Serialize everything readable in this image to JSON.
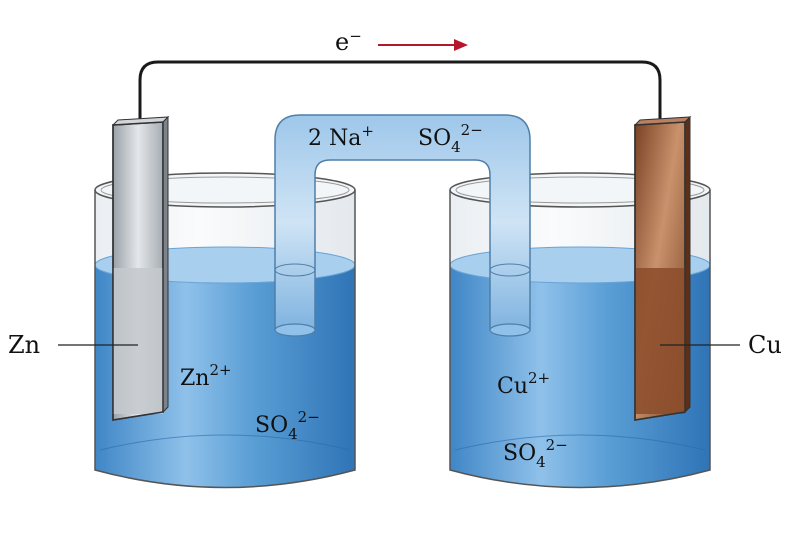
{
  "electron_flow": {
    "label": "e",
    "superscript": "−",
    "color": "#b5162b"
  },
  "electrodes": {
    "anode": {
      "label": "Zn",
      "color": "#c4c9ce"
    },
    "cathode": {
      "label": "Cu",
      "color": "#8d4f2c"
    }
  },
  "salt_bridge": {
    "cation": {
      "count": "2 Na",
      "superscript": "+"
    },
    "anion": {
      "base": "SO",
      "subscript": "4",
      "superscript": "2−"
    }
  },
  "left_solution": {
    "cation": {
      "base": "Zn",
      "superscript": "2+"
    },
    "anion": {
      "base": "SO",
      "subscript": "4",
      "superscript": "2−"
    }
  },
  "right_solution": {
    "cation": {
      "base": "Cu",
      "superscript": "2+"
    },
    "anion": {
      "base": "SO",
      "subscript": "4",
      "superscript": "2−"
    }
  },
  "colors": {
    "solution": "#5b9fd6",
    "wire": "#1a1a1a",
    "glass": "#e9eef3"
  }
}
